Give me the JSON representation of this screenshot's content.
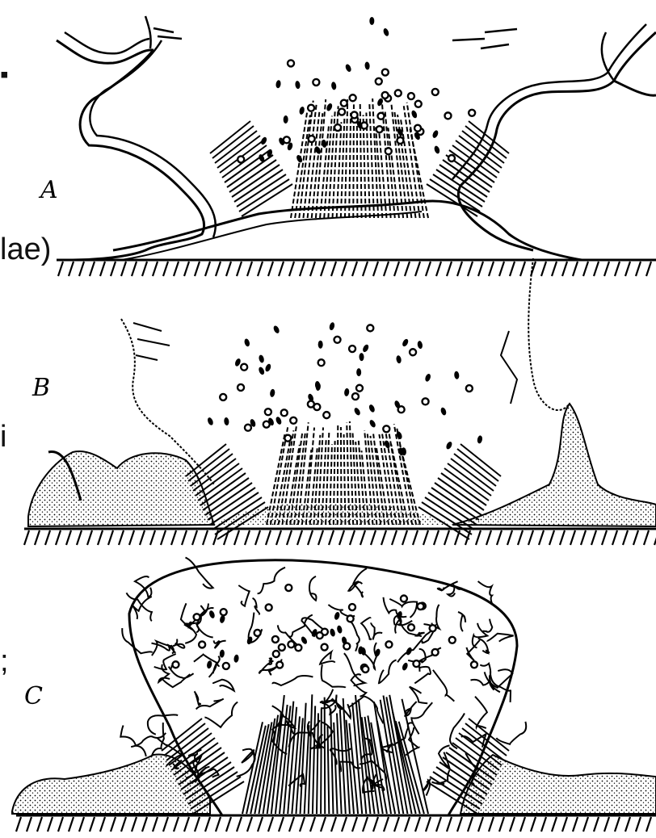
{
  "figure": {
    "panel_labels": [
      "A",
      "B",
      "C"
    ]
  },
  "background_text": {
    "fragments": [
      "▪",
      "lae)",
      "i",
      ";"
    ]
  },
  "colors": {
    "ink": "#000000",
    "paper": "#ffffff"
  }
}
